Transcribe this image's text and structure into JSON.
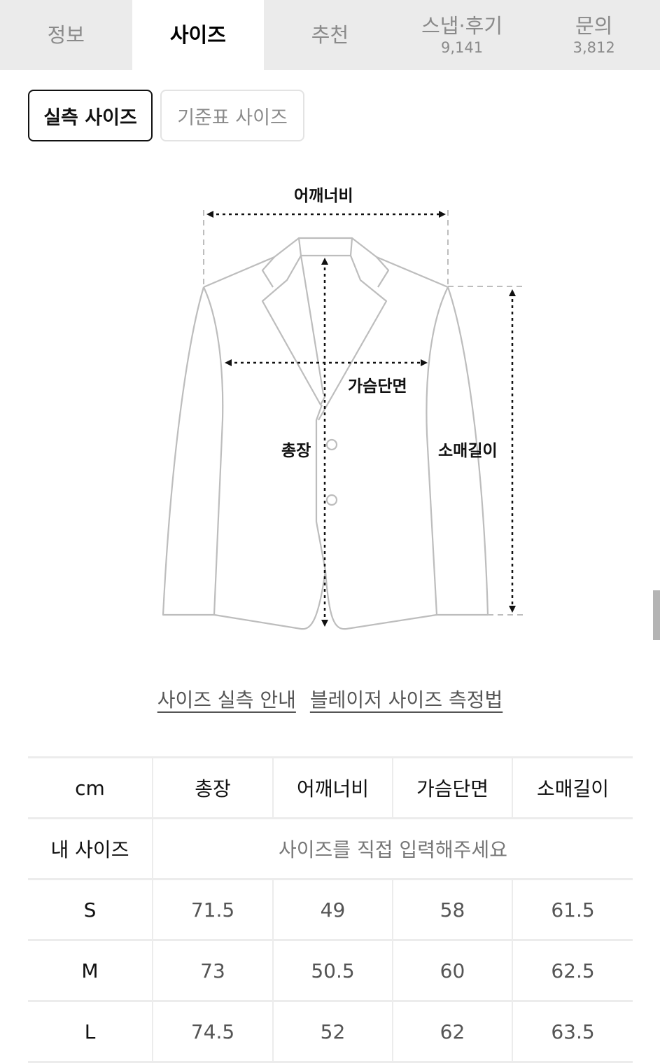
{
  "tabs": [
    {
      "label": "정보",
      "count": null,
      "active": false
    },
    {
      "label": "사이즈",
      "count": null,
      "active": true
    },
    {
      "label": "추천",
      "count": null,
      "active": false
    },
    {
      "label": "스냅·후기",
      "count": "9,141",
      "active": false
    },
    {
      "label": "문의",
      "count": "3,812",
      "active": false
    }
  ],
  "size_toggle": {
    "actual_label": "실측 사이즈",
    "standard_label": "기준표 사이즈",
    "selected": "실측 사이즈"
  },
  "diagram": {
    "shoulder_label": "어깨너비",
    "chest_label": "가슴단면",
    "length_label": "총장",
    "sleeve_label": "소매길이",
    "line_color": "#bdbdbd",
    "arrow_color": "#111111"
  },
  "links": {
    "guide": "사이즈 실측 안내",
    "method": "블레이저 사이즈 측정법"
  },
  "table": {
    "unit": "cm",
    "columns": [
      "총장",
      "어깨너비",
      "가슴단면",
      "소매길이"
    ],
    "my_size_label": "내 사이즈",
    "my_size_placeholder": "사이즈를 직접 입력해주세요",
    "rows": [
      {
        "size": "S",
        "values": [
          "71.5",
          "49",
          "58",
          "61.5"
        ]
      },
      {
        "size": "M",
        "values": [
          "73",
          "50.5",
          "60",
          "62.5"
        ]
      },
      {
        "size": "L",
        "values": [
          "74.5",
          "52",
          "62",
          "63.5"
        ]
      }
    ]
  }
}
